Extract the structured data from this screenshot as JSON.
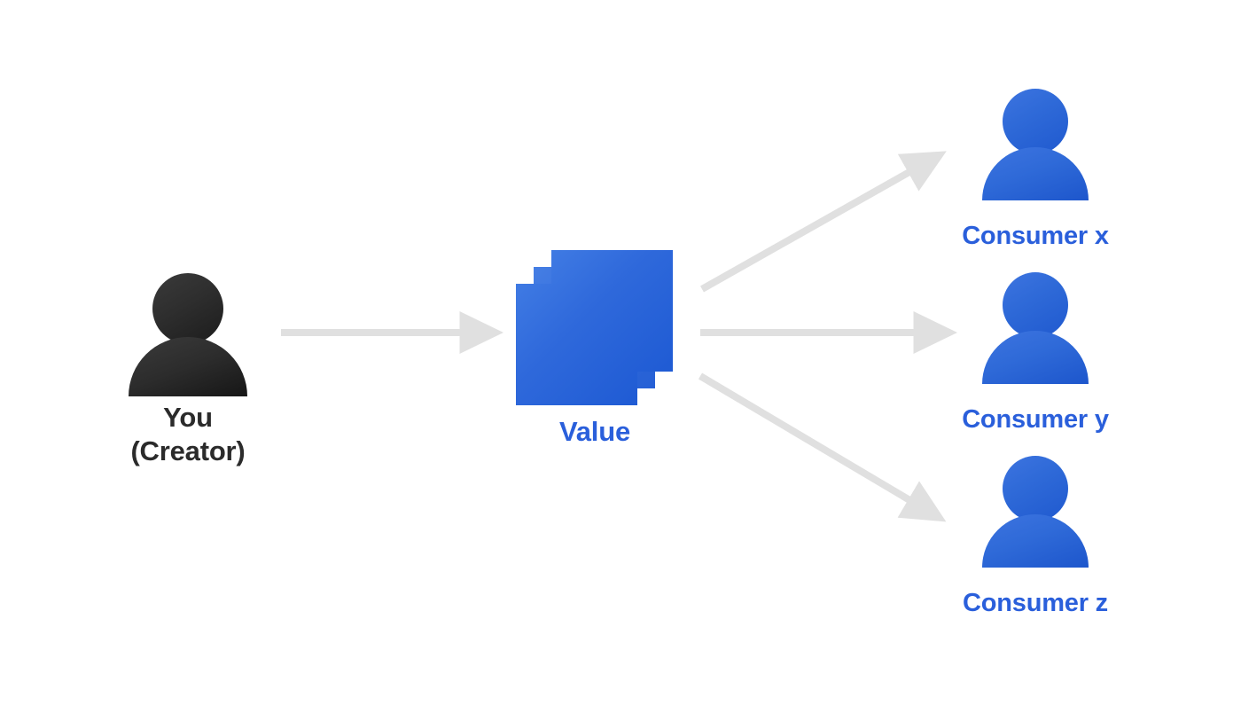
{
  "diagram": {
    "title": "Creator to consumers value flow",
    "background_color": "#ffffff",
    "arrow_color": "#e0e0e0",
    "creator_color": "#2b2b2b",
    "value_color": "#2a5fdb",
    "consumer_color": "#2a5fdb"
  },
  "creator": {
    "icon": "person-icon",
    "label_line1": "You",
    "label_line2": "(Creator)",
    "label": "You\n(Creator)"
  },
  "value": {
    "icon": "stacked-layers-icon",
    "label": "Value",
    "layers": 3
  },
  "consumers": [
    {
      "icon": "person-icon",
      "label": "Consumer x"
    },
    {
      "icon": "person-icon",
      "label": "Consumer y"
    },
    {
      "icon": "person-icon",
      "label": "Consumer z"
    }
  ],
  "arrows": [
    {
      "name": "creator-to-value",
      "from": "You (Creator)",
      "to": "Value",
      "direction": "right"
    },
    {
      "name": "value-to-consumer-x",
      "from": "Value",
      "to": "Consumer x",
      "direction": "up-right"
    },
    {
      "name": "value-to-consumer-y",
      "from": "Value",
      "to": "Consumer y",
      "direction": "right"
    },
    {
      "name": "value-to-consumer-z",
      "from": "Value",
      "to": "Consumer z",
      "direction": "down-right"
    }
  ]
}
